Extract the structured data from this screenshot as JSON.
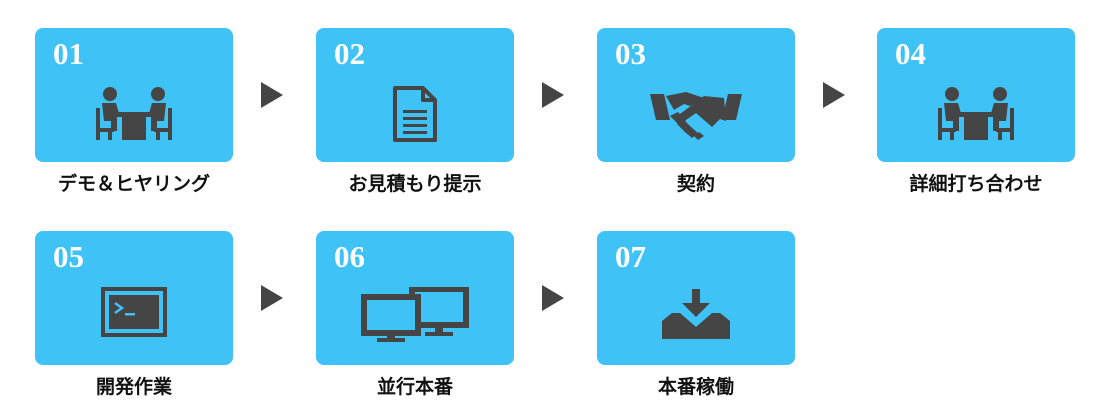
{
  "accent_color": "#3fc2f6",
  "icon_color": "#454545",
  "steps": [
    {
      "number": "01",
      "label": "デモ＆ヒヤリング",
      "icon": "meeting-icon"
    },
    {
      "number": "02",
      "label": "お見積もり提示",
      "icon": "document-icon"
    },
    {
      "number": "03",
      "label": "契約",
      "icon": "handshake-icon"
    },
    {
      "number": "04",
      "label": "詳細打ち合わせ",
      "icon": "meeting-icon"
    },
    {
      "number": "05",
      "label": "開発作業",
      "icon": "terminal-icon"
    },
    {
      "number": "06",
      "label": "並行本番",
      "icon": "dual-monitor-icon"
    },
    {
      "number": "07",
      "label": "本番稼働",
      "icon": "download-icon"
    }
  ]
}
